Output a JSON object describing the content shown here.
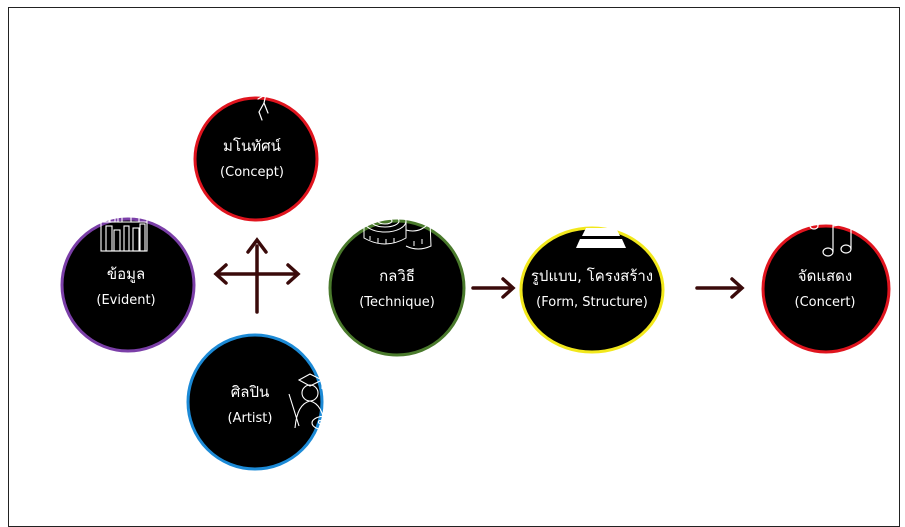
{
  "nodes": {
    "concept": {
      "title": "มโนทัศน์",
      "sub": "(Concept)",
      "border": "#e0141e",
      "icon": "climber-icon"
    },
    "evident": {
      "title": "ข้อมูล",
      "sub": "(Evident)",
      "border": "#7b3fa8",
      "icon": "bookshelf-icon"
    },
    "artist": {
      "title": "ศิลปิน",
      "sub": "(Artist)",
      "border": "#1c8ad6",
      "icon": "painter-icon"
    },
    "technique": {
      "title": "กลวิธี",
      "sub": "(Technique)",
      "border": "#4a7a2c",
      "icon": "measuring-tape-icon"
    },
    "form": {
      "title": "รูปแบบ, โครงสร้าง",
      "sub": "(Form, Structure)",
      "border": "#f2e81c",
      "icon": "pyramid-icon"
    },
    "concert": {
      "title": "จัดแสดง",
      "sub": "(Concert)",
      "border": "#e0141e",
      "icon": "music-notes-icon"
    }
  },
  "colors": {
    "arrow": "#3a0a0a",
    "node_fill": "#000000",
    "text": "#ffffff"
  }
}
